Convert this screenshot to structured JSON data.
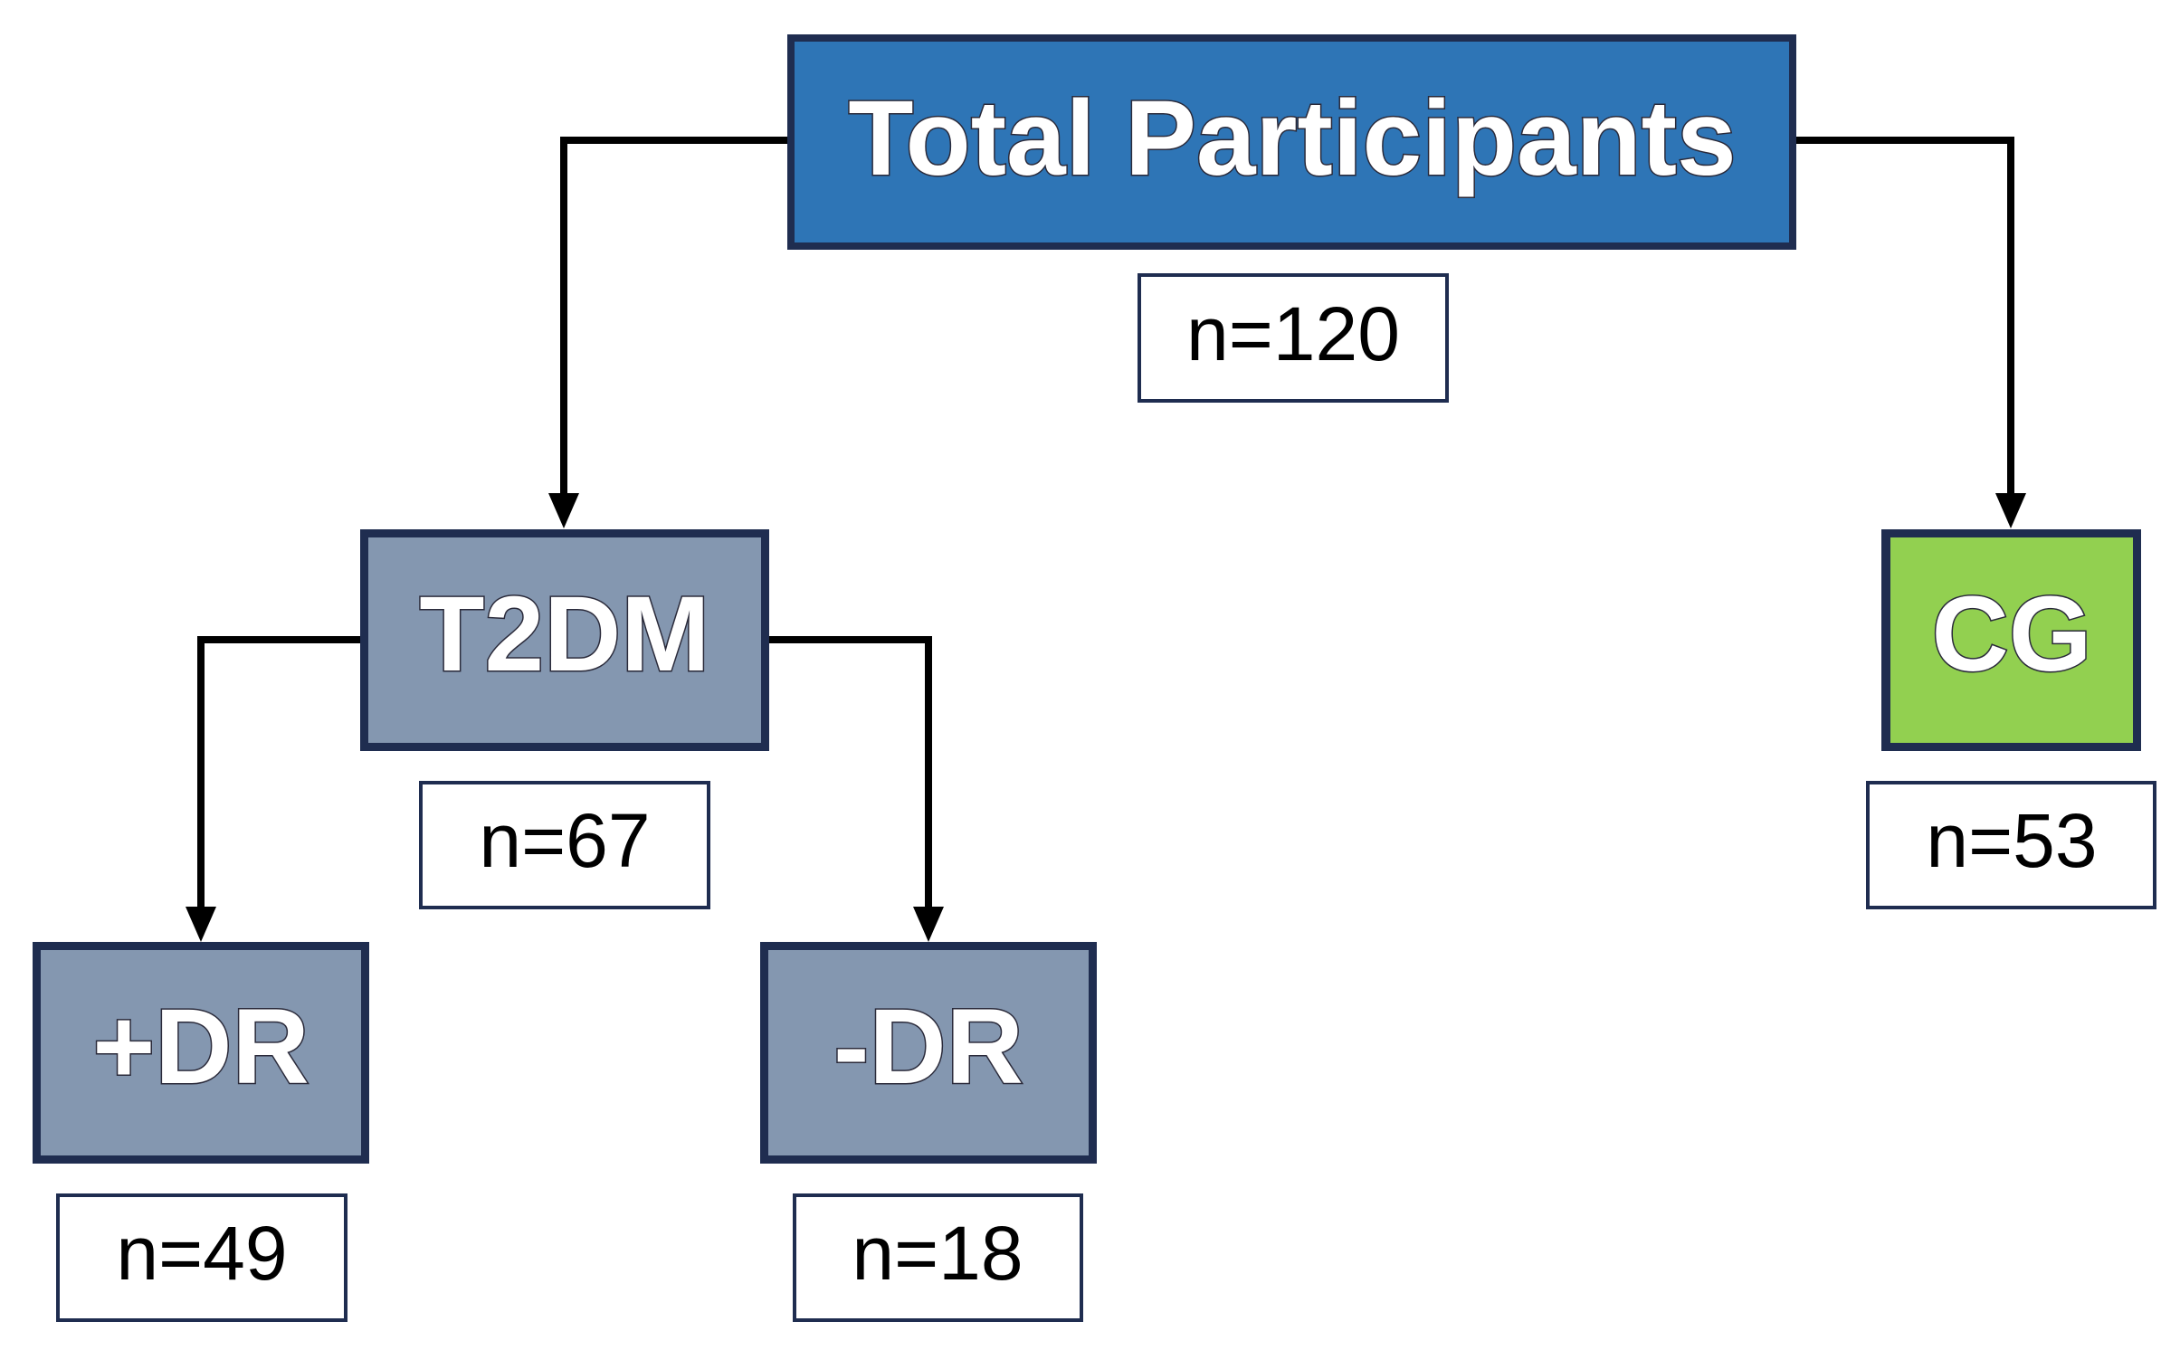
{
  "nodes": {
    "total": {
      "label": "Total Participants",
      "count": "n=120",
      "fill": "#2E75B6"
    },
    "t2dm": {
      "label": "T2DM",
      "count": "n=67",
      "fill": "#8497B0"
    },
    "cg": {
      "label": "CG",
      "count": "n=53",
      "fill": "#92D050"
    },
    "plus_dr": {
      "label": "+DR",
      "count": "n=49",
      "fill": "#8497B0"
    },
    "minus_dr": {
      "label": "-DR",
      "count": "n=18",
      "fill": "#8497B0"
    }
  },
  "colors": {
    "border": "#1F2D50",
    "connector": "#000000",
    "count_border": "#1F2D50"
  }
}
